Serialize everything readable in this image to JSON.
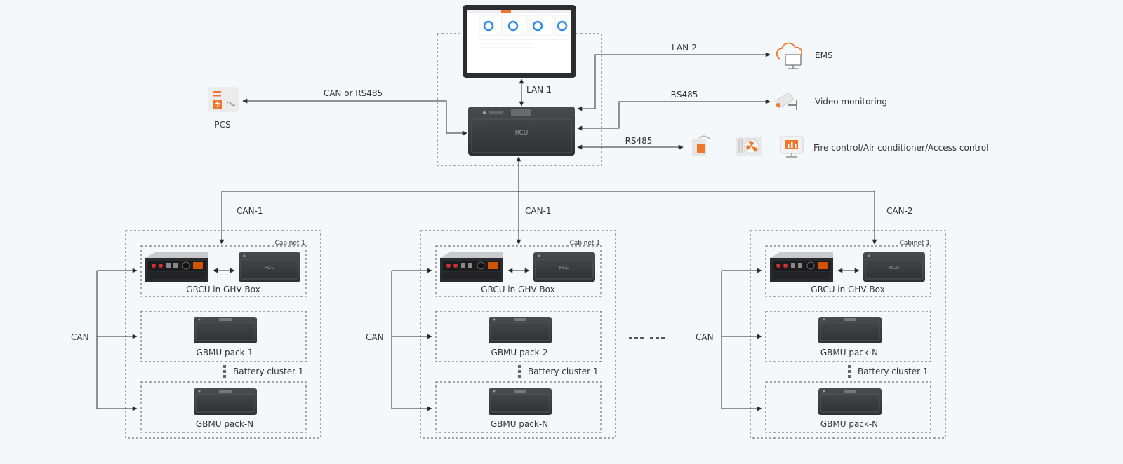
{
  "links": {
    "lan1": "LAN-1",
    "lan2": "LAN-2",
    "rs485_video": "RS485",
    "rs485_fire": "RS485",
    "can_rs485": "CAN or RS485"
  },
  "devices": {
    "pcs": "PCS",
    "rcu": "RCU",
    "ems": "EMS",
    "video": "Video monitoring",
    "fire": "Fire control/Air conditioner/Access control"
  },
  "clusters": [
    {
      "can_bus": "CAN-1",
      "cabinet": "Cabinet 1",
      "grcu": "GRCU in GHV Box",
      "rcu": "RCU",
      "pack_top": "GBMU pack-1",
      "cluster": "Battery cluster 1",
      "pack_bottom": "GBMU pack-N",
      "can": "CAN"
    },
    {
      "can_bus": "CAN-1",
      "cabinet": "Cabinet 1",
      "grcu": "GRCU in GHV Box",
      "rcu": "RCU",
      "pack_top": "GBMU pack-2",
      "cluster": "Battery cluster 1",
      "pack_bottom": "GBMU pack-N",
      "can": "CAN"
    },
    {
      "can_bus": "CAN-2",
      "cabinet": "Cabinet 1",
      "grcu": "GRCU in GHV Box",
      "rcu": "RCU",
      "pack_top": "GBMU pack-N",
      "cluster": "Battery cluster 1",
      "pack_bottom": "GBMU pack-N",
      "can": "CAN"
    }
  ],
  "colors": {
    "accent": "#f0762c",
    "line": "#2b2b2b",
    "device": "#3a3b3e",
    "dash": "#555555",
    "donut": "#2e8de6"
  }
}
